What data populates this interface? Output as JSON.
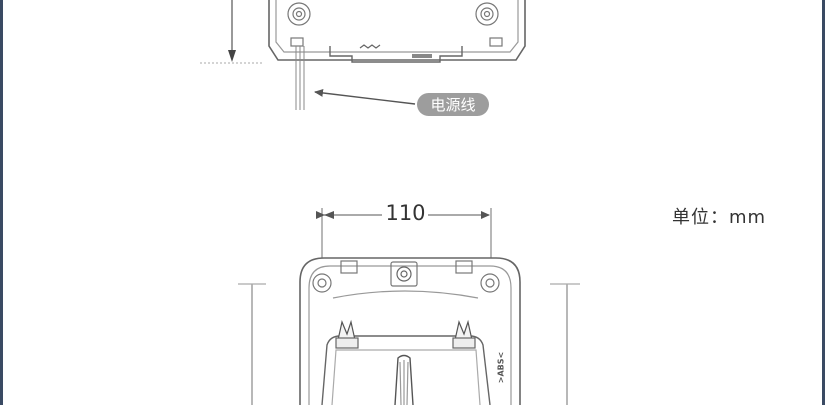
{
  "callout": {
    "power_cord_label": "电源线"
  },
  "dimensions": {
    "width_value": "110"
  },
  "units": {
    "label": "单位：mm"
  },
  "device": {
    "side_mark": ">ABS<"
  }
}
